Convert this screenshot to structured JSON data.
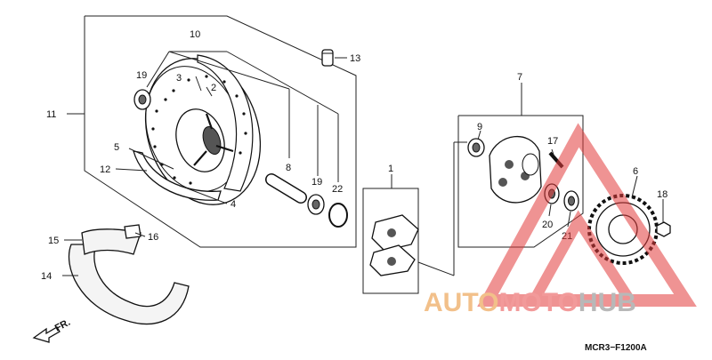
{
  "diagram": {
    "callouts": [
      "1",
      "2",
      "3",
      "4",
      "5",
      "6",
      "7",
      "8",
      "9",
      "10",
      "11",
      "12",
      "13",
      "14",
      "15",
      "16",
      "17",
      "18",
      "19",
      "19",
      "20",
      "21",
      "22"
    ],
    "footer_code": "MCR3−F1200A",
    "front_marker": "FR."
  },
  "watermark": {
    "part1": "AUTO",
    "part2": "MOTO",
    "part3": "HUB",
    "color_part1": "#f2c08a",
    "color_part2": "#f29a9a",
    "color_part3": "#b8b8b8",
    "triangle_color": "#e23b3b"
  }
}
